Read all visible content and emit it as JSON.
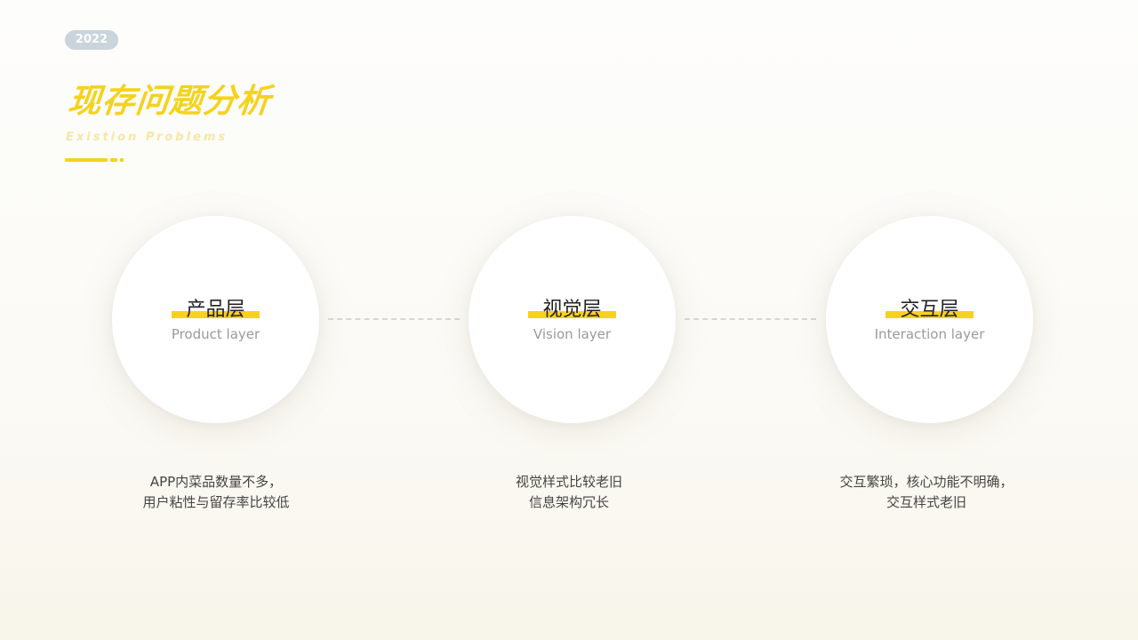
{
  "header": {
    "year_badge": "2022",
    "title": "现存问题分析",
    "subtitle": "Existion Problems"
  },
  "layers": [
    {
      "title": "产品层",
      "subtitle": "Product layer",
      "description": [
        "APP内菜品数量不多，",
        "用户粘性与留存率比较低"
      ]
    },
    {
      "title": "视觉层",
      "subtitle": "Vision layer",
      "description": [
        "视觉样式比较老旧",
        "信息架构冗长"
      ]
    },
    {
      "title": "交互层",
      "subtitle": "Interaction layer",
      "description": [
        "交互繁琐，核心功能不明确，",
        "交互样式老旧"
      ]
    }
  ],
  "colors": {
    "accent": "#f5d21d",
    "badge": "#c9d4dc",
    "subtitle": "#f6e7a2",
    "text": "#222222",
    "muted": "#9a9a9a"
  }
}
